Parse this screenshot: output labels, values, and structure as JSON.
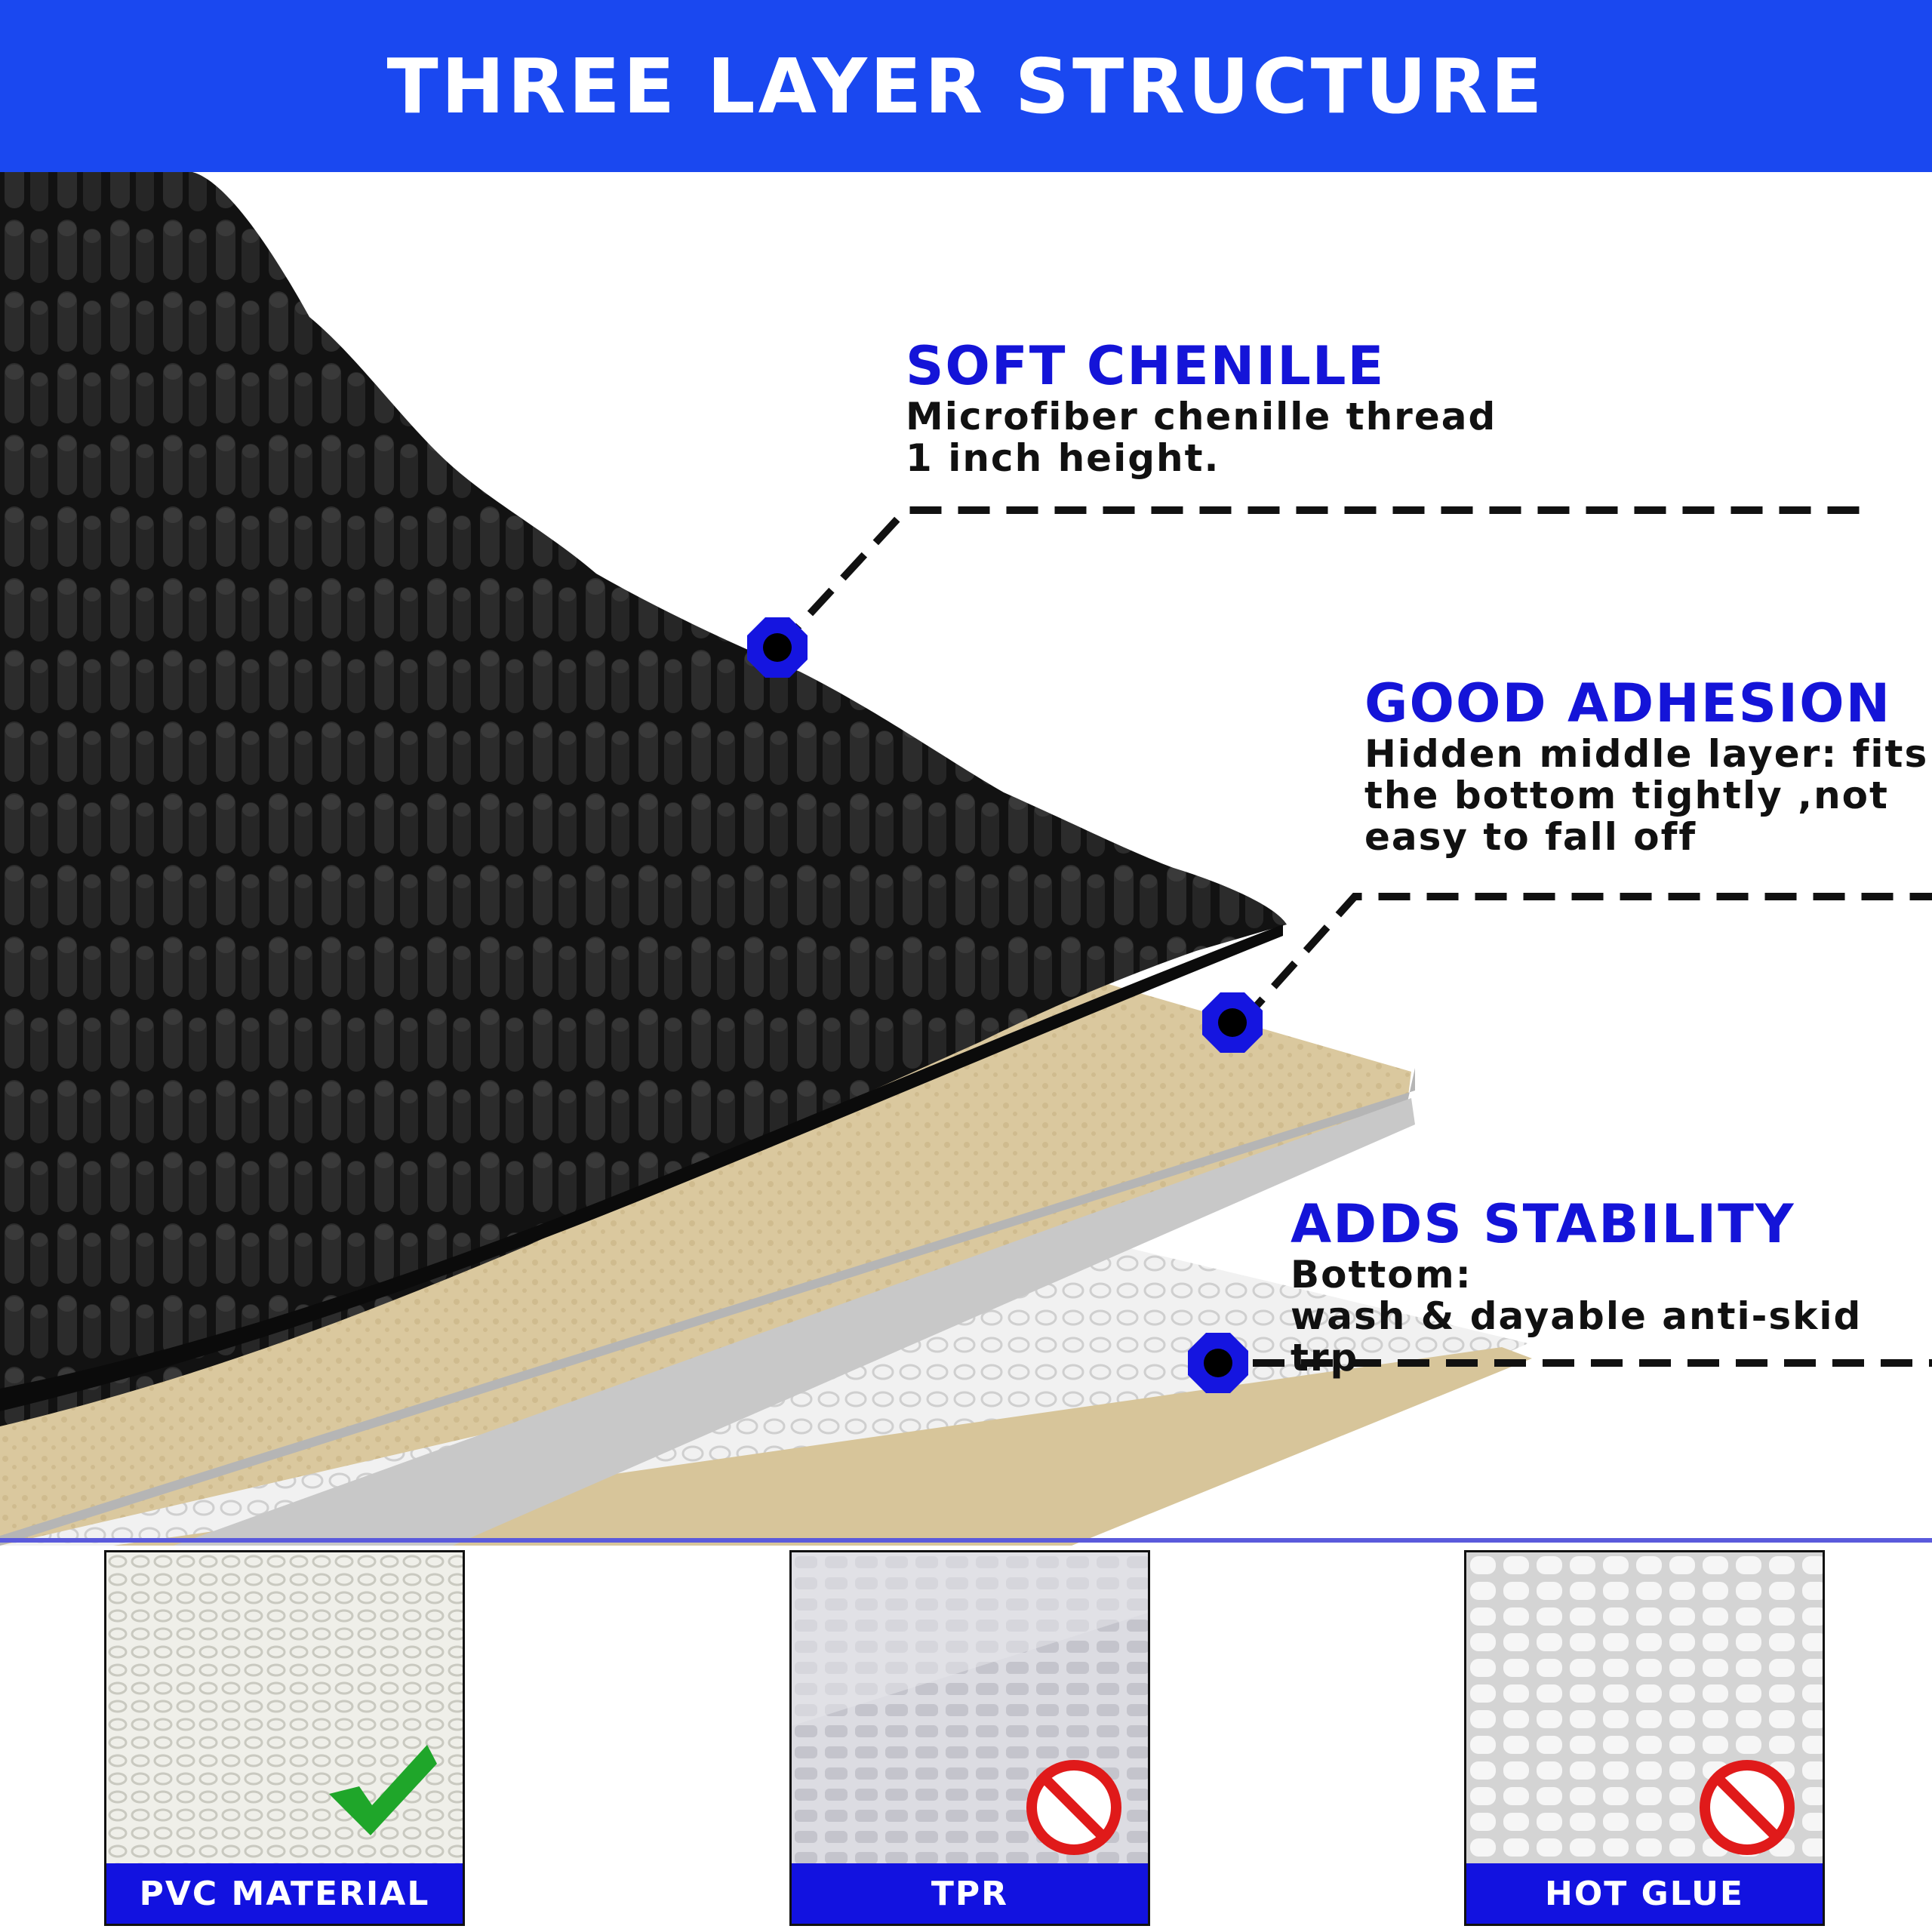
{
  "banner": {
    "title": "THREE LAYER STRUCTURE"
  },
  "callouts": [
    {
      "title": "SOFT CHENILLE",
      "lines": [
        "Microfiber chenille thread",
        "1 inch height."
      ]
    },
    {
      "title": "GOOD ADHESION",
      "lines": [
        "Hidden middle layer: fits",
        "the bottom tightly ,not",
        "easy to fall off"
      ]
    },
    {
      "title": "ADDS STABILITY",
      "lines": [
        "Bottom:",
        "wash & dayable anti-skid trp"
      ]
    }
  ],
  "materials": [
    {
      "label": "PVC  MATERIAL",
      "status": "check-icon"
    },
    {
      "label": "TPR",
      "status": "prohibited-icon"
    },
    {
      "label": "HOT GLUE",
      "status": "prohibited-icon"
    }
  ],
  "colors": {
    "banner": "#1a48f0",
    "callout_title": "#1414d8",
    "marker": "#1515e0",
    "card_label": "#1212e0",
    "chenille": "#1c1c1c",
    "middle_layer": "#d9c79c",
    "bottom_layer": "#eeeeee",
    "check": "#1fa62a",
    "prohibited": "#e01a1a"
  }
}
